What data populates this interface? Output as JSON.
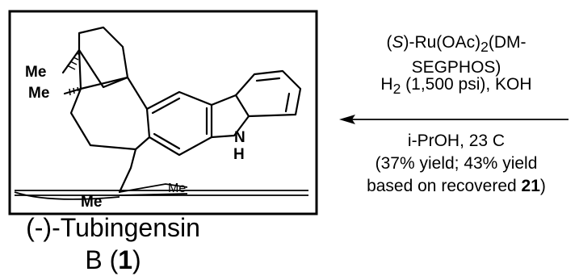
{
  "atoms": {
    "me1": "Me",
    "me2": "Me",
    "me3": "Me",
    "me_frag": "Me",
    "nh_n": "N",
    "nh_h": "H"
  },
  "conditions": {
    "catalyst": {
      "line1_prefix": "(",
      "line1_stereo": "S",
      "line1_mid": ")-Ru(OAc)",
      "line1_sub": "2",
      "line1_suffix": "(DM-",
      "line2": "SEGPHOS)"
    },
    "hydrogen": {
      "h": "H",
      "sub": "2",
      "rest": " (1,500 psi), KOH"
    },
    "solvent": "i-PrOH, 23 C",
    "yield_line1": "(37% yield; 43% yield",
    "yield_line2_prefix": "based on recovered ",
    "yield_line2_bold": "21",
    "yield_line2_suffix": ")"
  },
  "compound": {
    "name": "(-)-Tubingensin B (",
    "number": "1",
    "close": ")"
  }
}
